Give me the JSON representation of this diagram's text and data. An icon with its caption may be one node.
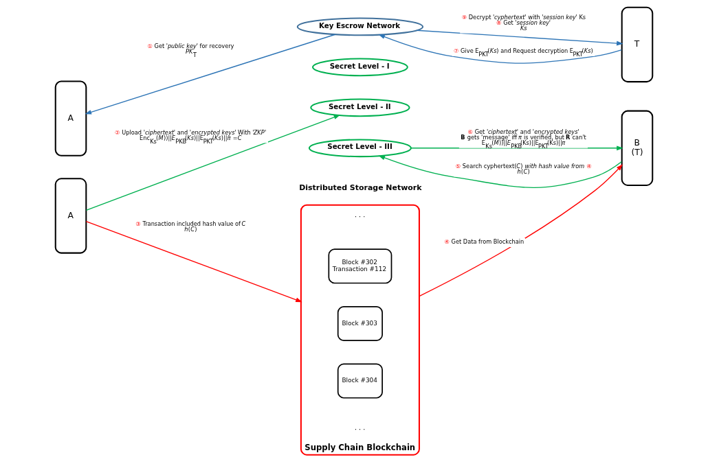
{
  "diagram": {
    "nodes": [
      {
        "text": [
          "A"
        ]
      },
      {
        "text": [
          "Key Escrow Network"
        ]
      },
      {
        "text": [
          "T"
        ]
      },
      {
        "text": [
          "A"
        ]
      },
      {
        "text": [
          "Secret Level - I"
        ]
      },
      {
        "text": [
          "Secret Level - II"
        ]
      },
      {
        "text": [
          "Secret Level - III"
        ]
      },
      {
        "text": [
          "B",
          "(T)"
        ]
      },
      {
        "text": [
          "Supply Chain Blockchain"
        ]
      },
      {
        "text": [
          "Block #302",
          "Transaction #112"
        ],
        "in": 8
      },
      {
        "text": [
          "Block #303"
        ],
        "in": 8
      },
      {
        "text": [
          "Block #304"
        ],
        "in": 8
      }
    ],
    "edges": [
      {
        "from": 1,
        "to": 0,
        "arrow": "to",
        "label": "① Get '*public key*' for recovery",
        "color": "#2e75b6"
      },
      {
        "from": 3,
        "to": 5,
        "arrow": "to",
        "label": "② Upload '*ciphertext*' and '*encrypted keys*' With '*ZKP*'",
        "color": "#00b050"
      },
      {
        "from": 3,
        "to": 8,
        "arrow": "to",
        "label": "③ Transaction included hash value of *C*",
        "color": "#ff0000"
      },
      {
        "from": 8,
        "to": 7,
        "arrow": "to",
        "label": "④ Get Data from Blockchain",
        "color": "#ff0000"
      },
      {
        "from": 7,
        "to": 6,
        "arrow": "to",
        "label": "⑤ Search cyphertext(*C*) *with hash value from* ④",
        "color": "#00b050"
      },
      {
        "from": 6,
        "to": 7,
        "arrow": "to",
        "label": "⑥ Get '*ciphertext*' and '*encrypted keys*'",
        "color": "#00b050"
      },
      {
        "from": 2,
        "to": 1,
        "arrow": "to",
        "label": "⑦ Give E$_{PKT}$(*Ks*) and Request decryption E$_{PKT}$(*Ks*)",
        "color": "#2e75b6"
      },
      {
        "from": 1,
        "to": 2,
        "arrow": "to",
        "label": "⑧ Get '*session key*'",
        "color": "#2e75b6"
      }
    ],
    "labels": [
      "⑨ Decrypt '*cyphertext*' with '*session key*' Ks",
      "*Ks*",
      "*PK*$_{T}$",
      "Enc$_{Ks}$(*M*))||*E*$_{PKB}$(*Ks*)||E$_{PKT}$(*Ks*)||*π* =*C*",
      "E$_{Ks}$(*M*))||*E*$_{PKB}$(Ks)||E$_{PKT}$(Ks)||*π*",
      "**B** gets 'message' iff *π* is verified, but **R** can't",
      "Distributed Storage Network",
      "*h*(*C*)",
      "*h*(*C*)",
      "· · ·",
      "· · ·"
    ]
  }
}
